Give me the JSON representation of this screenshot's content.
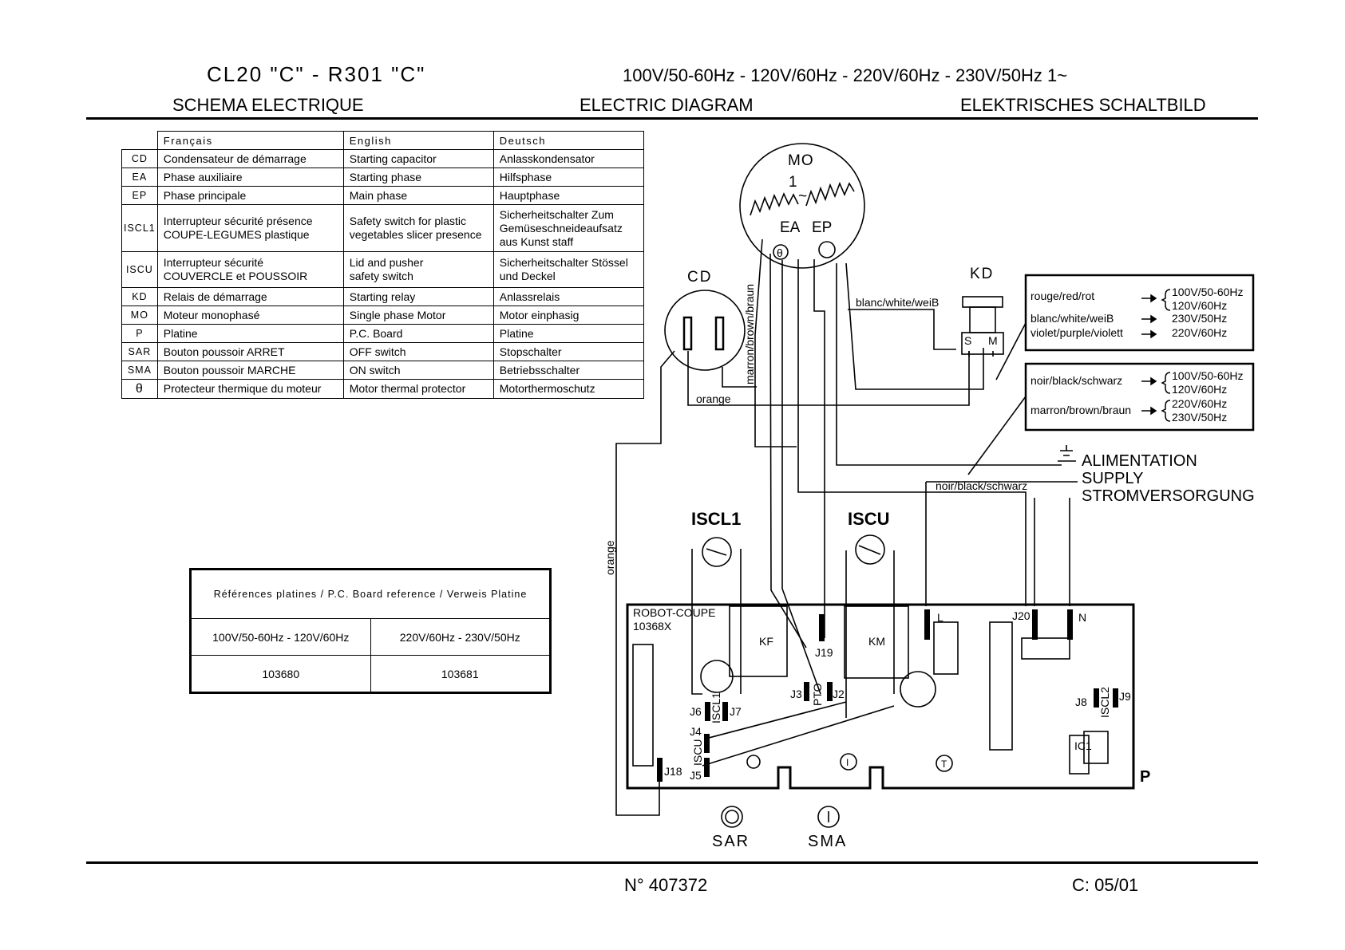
{
  "header": {
    "model": "CL20 \"C\" - R301 \"C\"",
    "voltages": "100V/50-60Hz - 120V/60Hz - 220V/60Hz - 230V/50Hz  1~",
    "fr": "SCHEMA ELECTRIQUE",
    "en": "ELECTRIC DIAGRAM",
    "de": "ELEKTRISCHES SCHALTBILD"
  },
  "legend": {
    "headers": [
      "Français",
      "English",
      "Deutsch"
    ],
    "rows": [
      {
        "code": "CD",
        "fr": "Condensateur de démarrage",
        "en": "Starting capacitor",
        "de": "Anlasskondensator"
      },
      {
        "code": "EA",
        "fr": "Phase auxiliaire",
        "en": "Starting phase",
        "de": "Hilfsphase"
      },
      {
        "code": "EP",
        "fr": "Phase principale",
        "en": "Main phase",
        "de": "Hauptphase"
      },
      {
        "code": "ISCL1",
        "fr": "Interrupteur sécurité présence\nCOUPE-LEGUMES plastique",
        "en": "Safety switch for plastic\nvegetables slicer presence",
        "de": "Sicherheitschalter Zum\nGemüseschneideaufsatz\naus Kunst staff"
      },
      {
        "code": "ISCU",
        "fr": "Interrupteur sécurité\nCOUVERCLE et POUSSOIR",
        "en": "Lid and pusher\nsafety switch",
        "de": "Sicherheitschalter Stössel\nund Deckel"
      },
      {
        "code": "KD",
        "fr": "Relais de démarrage",
        "en": "Starting relay",
        "de": "Anlassrelais"
      },
      {
        "code": "MO",
        "fr": "Moteur monophasé",
        "en": "Single phase Motor",
        "de": "Motor einphasig"
      },
      {
        "code": "P",
        "fr": "Platine",
        "en": "P.C. Board",
        "de": "Platine"
      },
      {
        "code": "SAR",
        "fr": "Bouton poussoir ARRET",
        "en": "OFF switch",
        "de": "Stopschalter"
      },
      {
        "code": "SMA",
        "fr": "Bouton poussoir MARCHE",
        "en": "ON switch",
        "de": "Betriebsschalter"
      },
      {
        "code": "θ",
        "fr": "Protecteur thermique du moteur",
        "en": "Motor thermal protector",
        "de": "Motorthermoschutz"
      }
    ]
  },
  "board_ref": {
    "caption": "Références platines / P.C. Board reference / Verweis Platine",
    "col1_voltage": "100V/50-60Hz - 120V/60Hz",
    "col2_voltage": "220V/60Hz - 230V/50Hz",
    "col1_ref": "103680",
    "col2_ref": "103681"
  },
  "wire_legend_1": {
    "row1_color": "rouge/red/rot",
    "row1_v1": "100V/50-60Hz",
    "row1_v2": "120V/60Hz",
    "row2_color": "blanc/white/weiB",
    "row2_v": "230V/50Hz",
    "row3_color": "violet/purple/violett",
    "row3_v": "220V/60Hz"
  },
  "wire_legend_2": {
    "row1_color": "noir/black/schwarz",
    "row1_v1": "100V/50-60Hz",
    "row1_v2": "120V/60Hz",
    "row2_color": "marron/brown/braun",
    "row2_v1": "220V/60Hz",
    "row2_v2": "230V/50Hz"
  },
  "labels": {
    "mo": "MO",
    "mo_phase": "1",
    "mo_tilde": "~",
    "ea": "EA",
    "ep": "EP",
    "theta": "θ",
    "cd": "CD",
    "kd": "KD",
    "kd_s": "S",
    "kd_m": "M",
    "wire_brown": "marron/brown/braun",
    "wire_white": "blanc/white/weiB",
    "wire_orange_h": "orange",
    "wire_orange_v": "orange",
    "wire_black": "noir/black/schwarz",
    "supply_fr": "ALIMENTATION",
    "supply_en": "SUPPLY",
    "supply_de": "STROMVERSORGUNG",
    "iscl1": "ISCL1",
    "iscu": "ISCU",
    "board_name": "ROBOT-COUPE",
    "board_no": "10368X",
    "kf": "KF",
    "km": "KM",
    "j19": "J19",
    "j20": "J20",
    "l": "L",
    "n": "N",
    "j3": "J3",
    "pto": "PTO",
    "j2": "J2",
    "j6": "J6",
    "iscl1_pin": "ISCL1",
    "j7": "J7",
    "j4": "J4",
    "iscu_pin": "ISCU",
    "j5": "J5",
    "j18": "J18",
    "j8": "J8",
    "iscl2": "ISCL2",
    "j9": "J9",
    "ic1": "IC1",
    "t_mark": "T",
    "i_mark": "I",
    "p": "P",
    "sar": "SAR",
    "sma": "SMA"
  },
  "footer": {
    "number": "N° 407372",
    "code": "C: 05/01"
  }
}
